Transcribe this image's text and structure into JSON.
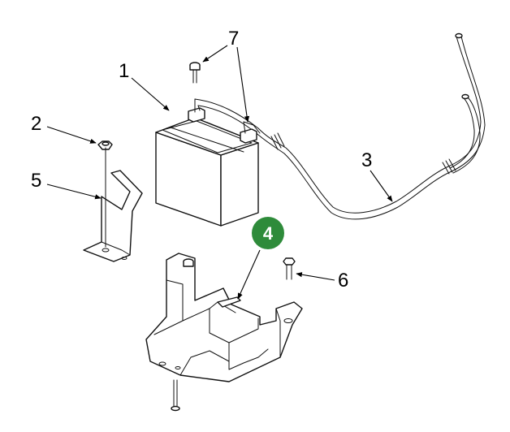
{
  "callouts": {
    "battery": "1",
    "nut": "2",
    "cable": "3",
    "tray": "4",
    "bracket": "5",
    "bolt_tray": "6",
    "bolt_terminal": "7"
  },
  "colors": {
    "highlight_badge": "#2e8b3a",
    "line": "#111111",
    "background": "#ffffff"
  }
}
